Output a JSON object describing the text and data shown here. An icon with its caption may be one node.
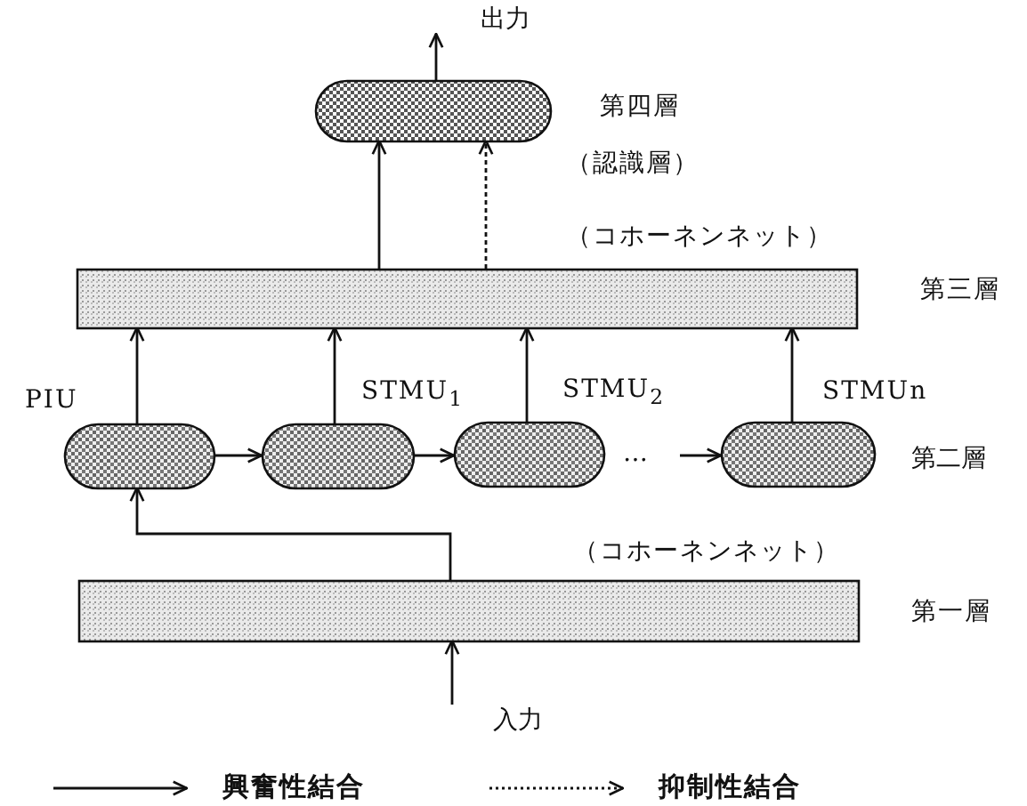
{
  "diagram": {
    "nodes": [
      {
        "text": [],
        "shape": "capsule",
        "beside": [
          "第四層",
          "（認識層）"
        ]
      },
      {
        "text": [],
        "shape": "bar",
        "beside": [
          "（コホーネンネット）",
          "第三層"
        ]
      },
      {
        "text": [],
        "shape": "capsule",
        "beside": [
          "PIU"
        ]
      },
      {
        "text": [],
        "shape": "capsule",
        "beside": [
          "STMU$_{1}$"
        ]
      },
      {
        "text": [],
        "shape": "capsule",
        "beside": [
          "STMU$_{2}$"
        ]
      },
      {
        "text": [],
        "shape": "capsule",
        "beside": [
          "STMUn"
        ]
      },
      {
        "text": [],
        "shape": "bar",
        "beside": [
          "（コホーネンネット）",
          "第一層"
        ]
      },
      {
        "text": [
          "出力"
        ]
      },
      {
        "text": [
          "入力"
        ]
      }
    ],
    "edges": [
      {
        "from": 0,
        "to": 7,
        "arrow": "to"
      },
      {
        "from": 1,
        "to": 0,
        "arrow": "to"
      },
      {
        "from": 1,
        "to": 0,
        "arrow": "to",
        "style": "dashed"
      },
      {
        "from": 2,
        "to": 1,
        "arrow": "to"
      },
      {
        "from": 3,
        "to": 1,
        "arrow": "to"
      },
      {
        "from": 4,
        "to": 1,
        "arrow": "to"
      },
      {
        "from": 5,
        "to": 1,
        "arrow": "to"
      },
      {
        "from": 2,
        "to": 3,
        "arrow": "to"
      },
      {
        "from": 3,
        "to": 4,
        "arrow": "to"
      },
      {
        "from": null,
        "to": 5,
        "arrow": "to"
      },
      {
        "from": 6,
        "to": 2,
        "arrow": "to"
      },
      {
        "from": 8,
        "to": 6,
        "arrow": "to"
      }
    ],
    "labels": [
      "…",
      "第二層"
    ],
    "legend": [
      {
        "text": "興奮性結合"
      },
      {
        "text": "抑制性結合"
      }
    ]
  }
}
